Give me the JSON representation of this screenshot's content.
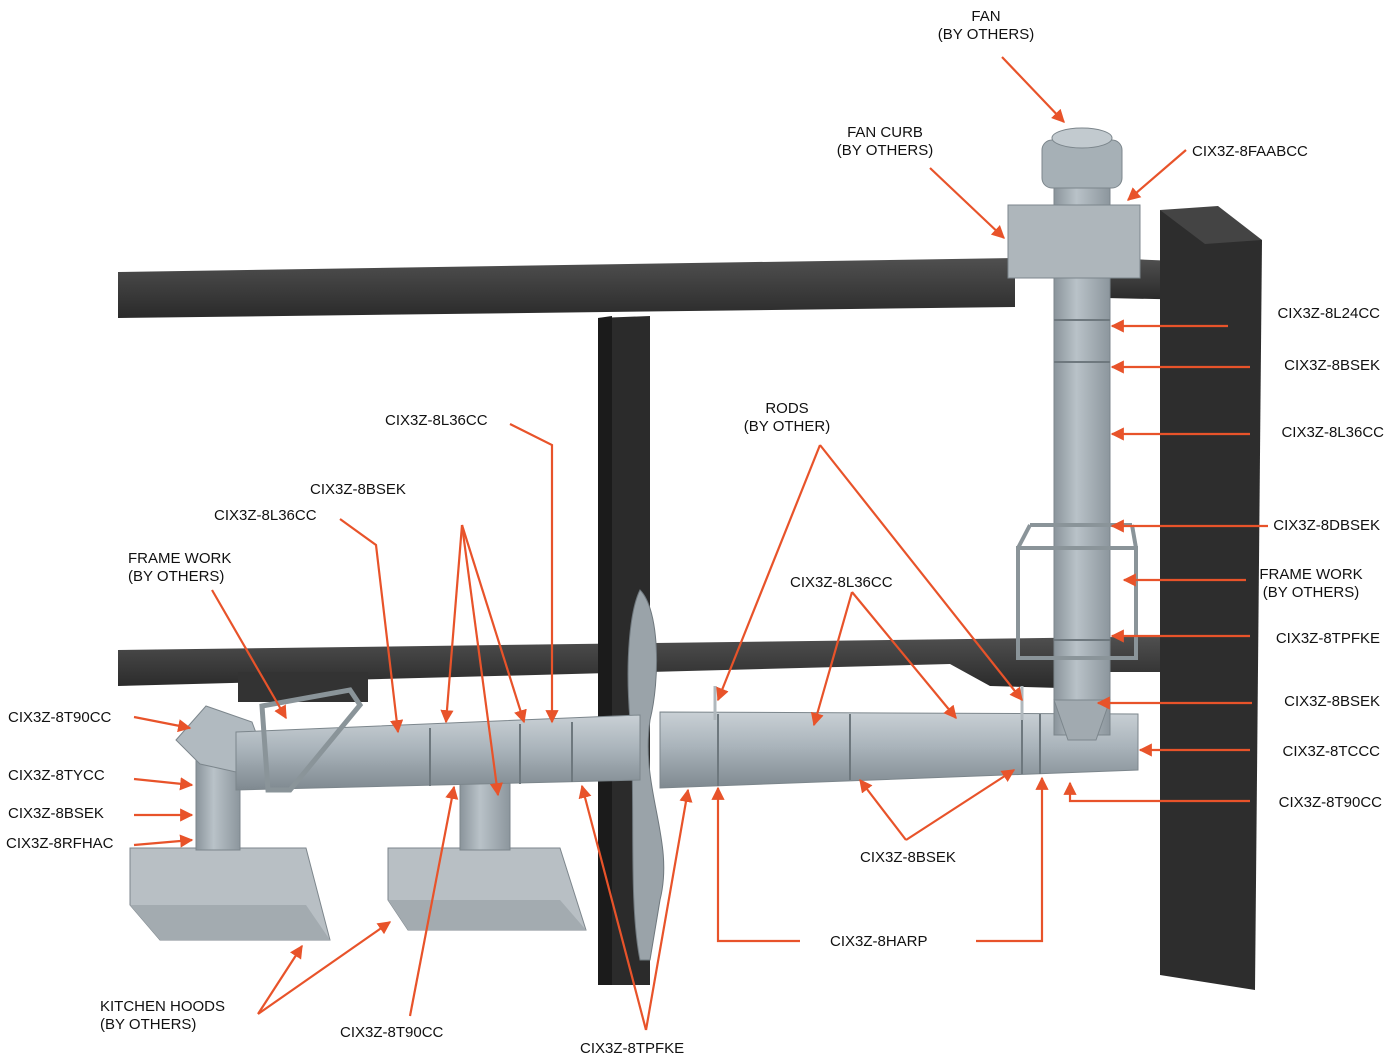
{
  "colors": {
    "arrow": "#e8532a",
    "beam_dark": "#2c2c2c",
    "beam_top": "#4a4a4a",
    "duct": "#a9b3ba",
    "duct_shade": "#8e989f",
    "hood": "#b6bdc2",
    "frame": "#8d979c"
  },
  "labels": {
    "fan_l1": "FAN",
    "fan_l2": "(BY OTHERS)",
    "fancurb_l1": "FAN CURB",
    "fancurb_l2": "(BY OTHERS)",
    "faabcc": "CIX3Z-8FAABCC",
    "l24cc": "CIX3Z-8L24CC",
    "bsek_r1": "CIX3Z-8BSEK",
    "l36cc_r": "CIX3Z-8L36CC",
    "dbsek": "CIX3Z-8DBSEK",
    "framework_r_l1": "FRAME WORK",
    "framework_r_l2": "(BY OTHERS)",
    "tpfke_r": "CIX3Z-8TPFKE",
    "bsek_r2": "CIX3Z-8BSEK",
    "tccc": "CIX3Z-8TCCC",
    "t90cc_r": "CIX3Z-8T90CC",
    "rods_l1": "RODS",
    "rods_l2": "(BY OTHER)",
    "l36cc_top": "CIX3Z-8L36CC",
    "bsek_top": "CIX3Z-8BSEK",
    "l36cc_left": "CIX3Z-8L36CC",
    "framework_l_l1": "FRAME WORK",
    "framework_l_l2": "(BY OTHERS)",
    "l36cc_mid": "CIX3Z-8L36CC",
    "t90cc_l": "CIX3Z-8T90CC",
    "tycc": "CIX3Z-8TYCC",
    "bsek_l": "CIX3Z-8BSEK",
    "rfhac": "CIX3Z-8RFHAC",
    "bsek_bottom": "CIX3Z-8BSEK",
    "harp": "CIX3Z-8HARP",
    "hoods_l1": "KITCHEN HOODS",
    "hoods_l2": "(BY OTHERS)",
    "t90cc_bottom": "CIX3Z-8T90CC",
    "tpfke_bottom": "CIX3Z-8TPFKE"
  }
}
